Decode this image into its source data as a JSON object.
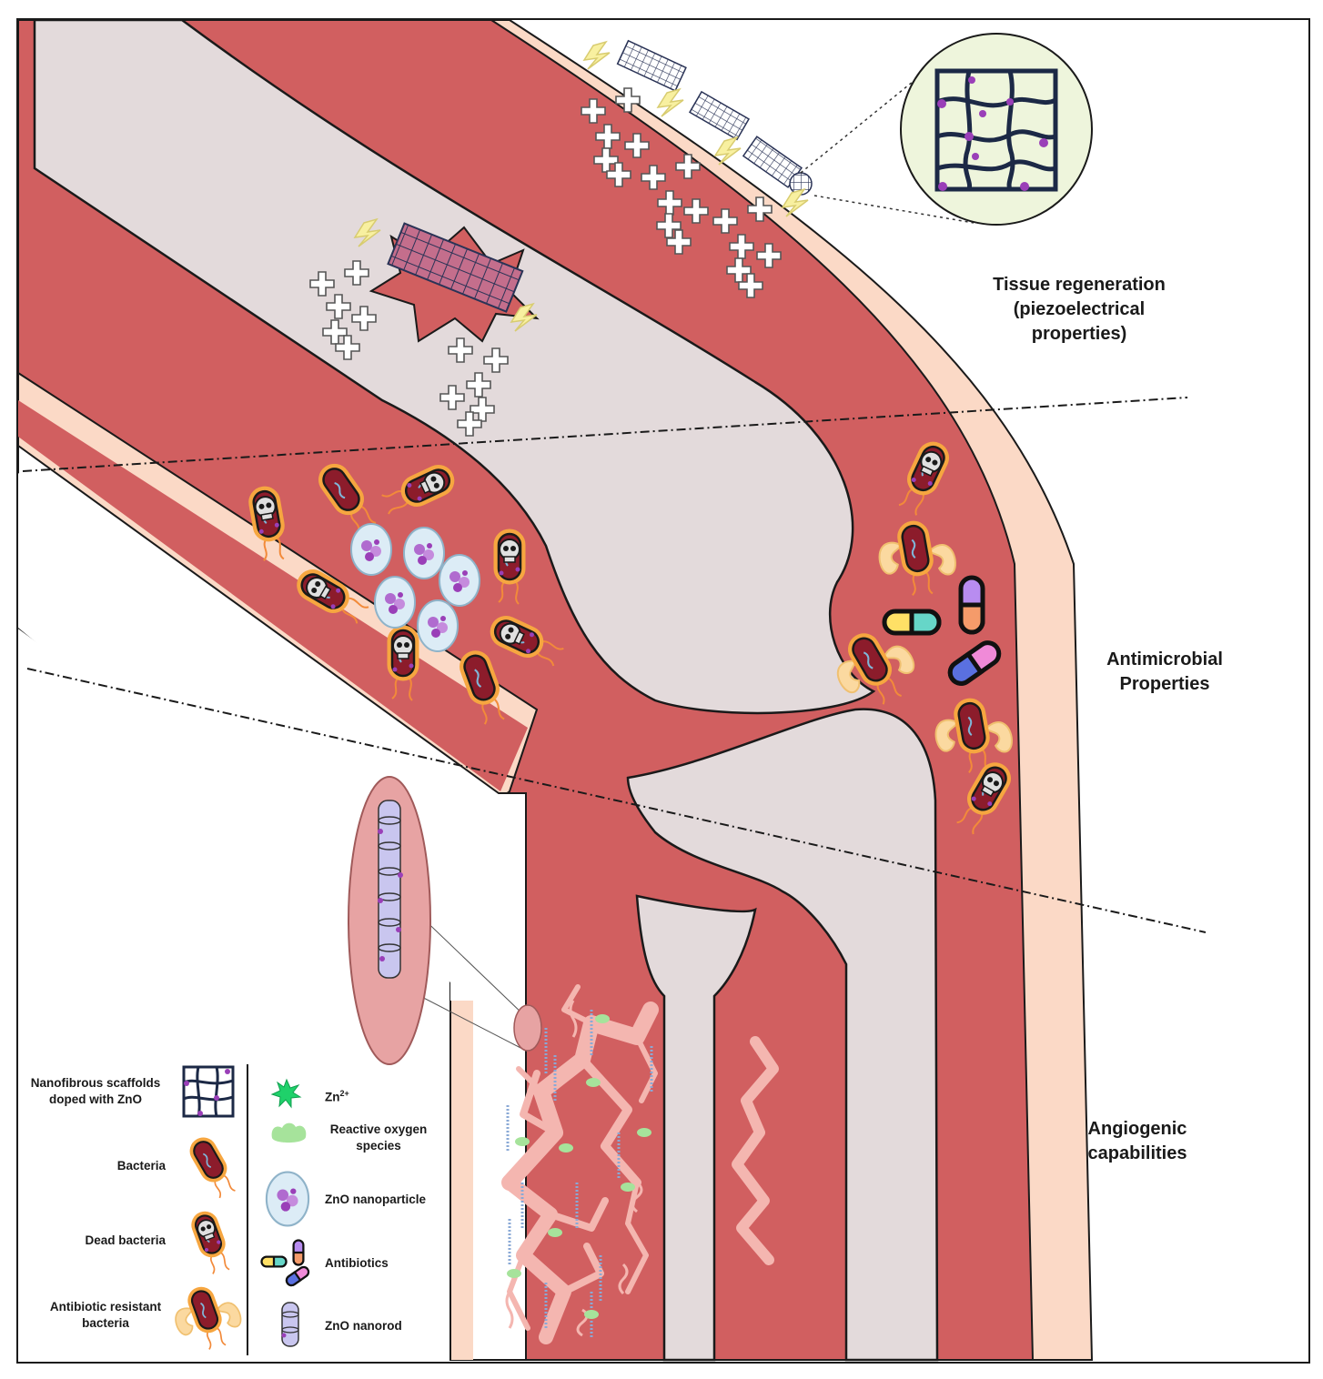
{
  "sections": {
    "tissue_regeneration": "Tissue regeneration\n(piezoelectrical\nproperties)",
    "antimicrobial": "Antimicrobial\nProperties",
    "angiogenic": "Angiogenic\ncapabilities"
  },
  "legend": {
    "nanofibrous": "Nanofibrous scaffolds\ndoped with ZnO",
    "bacteria": "Bacteria",
    "dead_bacteria": "Dead bacteria",
    "resistant": "Antibiotic resistant\nbacteria",
    "zn_base": "Zn",
    "zn_sup": "2+",
    "ros": "Reactive oxygen\nspecies",
    "zno_np": "ZnO nanoparticle",
    "antibiotics": "Antibiotics",
    "zno_nanorod": "ZnO nanorod"
  },
  "colors": {
    "muscle": "#d15f60",
    "skin": "#fbd9c6",
    "bone": "#e3dadb",
    "outline": "#1a1a1a",
    "bacteria_body": "#8c1c2b",
    "bacteria_halo": "#f6a640",
    "vessel": "#f4b6b0",
    "zn_star": "#1fd16a",
    "ros": "#a6e39b",
    "nanoparticle": "#dcecf6",
    "nano_purple": "#9a3fb8",
    "lightning": "#f8f0a0",
    "inset_bg": "#eef5dc",
    "scaffold_line": "#1c2946"
  }
}
